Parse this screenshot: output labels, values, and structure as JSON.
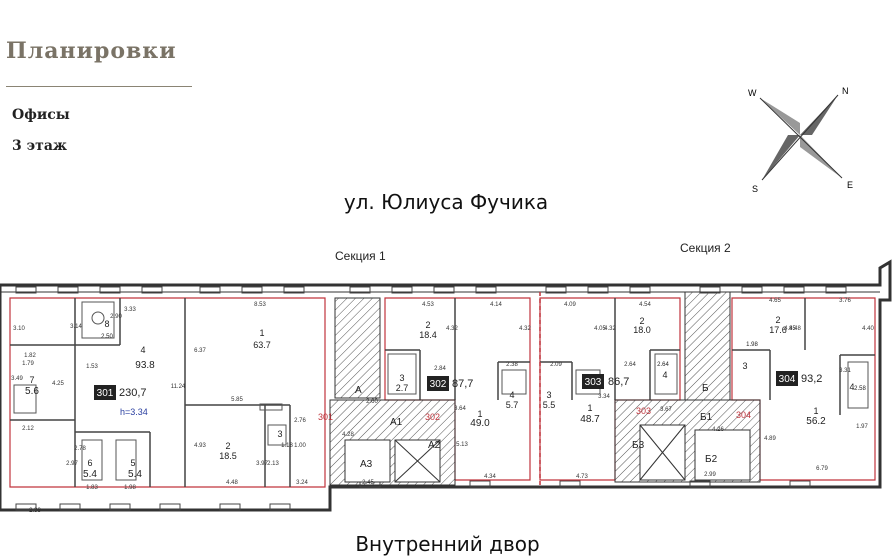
{
  "header": {
    "title": "Планировки",
    "category": "Офисы",
    "floor": "3 этаж"
  },
  "streets": {
    "top": "ул. Юлиуса Фучика",
    "bottom": "Внутренний двор"
  },
  "compass": {
    "labels": [
      "W",
      "N",
      "S",
      "E"
    ]
  },
  "sections": [
    {
      "label": "Секция 1"
    },
    {
      "label": "Секция 2"
    }
  ],
  "offices": [
    {
      "number": "301",
      "area": "230,7"
    },
    {
      "number": "302",
      "area": "87,7"
    },
    {
      "number": "303",
      "area": "86,7"
    },
    {
      "number": "304",
      "area": "93,2"
    }
  ],
  "ceiling_height": "h=3.34",
  "rooms": [
    {
      "num": "1",
      "area": "63.7"
    },
    {
      "num": "2",
      "area": "18.5"
    },
    {
      "num": "3",
      "area": "1.18"
    },
    {
      "num": "4",
      "area": "93.8"
    },
    {
      "num": "8",
      "area": "2.50"
    },
    {
      "num": "7",
      "area": "5.6"
    },
    {
      "num": "6",
      "area": "5.4"
    },
    {
      "num": "5",
      "area": "5.4"
    },
    {
      "num": "2",
      "area": "18.4"
    },
    {
      "num": "3",
      "area": "2.7"
    },
    {
      "num": "4",
      "area": "5.7"
    },
    {
      "num": "1",
      "area": "49.0"
    },
    {
      "num": "2",
      "area": "18.0"
    },
    {
      "num": "3",
      "area": "5.5"
    },
    {
      "num": "4",
      "area": "2.64"
    },
    {
      "num": "1",
      "area": "48.7"
    },
    {
      "num": "2",
      "area": "17.6"
    },
    {
      "num": "3",
      "area": "1.98"
    },
    {
      "num": "4",
      "area": "2.58"
    },
    {
      "num": "1",
      "area": "56.2"
    }
  ],
  "zones": [
    "А",
    "А1",
    "А2",
    "А3",
    "Б",
    "Б1",
    "Б2",
    "Б3"
  ],
  "dimensions": [
    "3.33",
    "8.53",
    "4.53",
    "4.14",
    "4.09",
    "4.54",
    "4.65",
    "3.76",
    "3.14",
    "2.90",
    "1.53",
    "6.37",
    "11.24",
    "1.82",
    "1.79",
    "3.49",
    "4.25",
    "2.12",
    "5.85",
    "2.76",
    "1.00",
    "4.93",
    "2.13",
    "3.97",
    "4.48",
    "3.24",
    "2.97",
    "2.78",
    "1.83",
    "1.98",
    "2.33",
    "2.60",
    "4.28",
    "2.45",
    "4.32",
    "2.84",
    "2.38",
    "3.64",
    "5.13",
    "4.34",
    "4.32",
    "4.05",
    "2.09",
    "3.34",
    "3.67",
    "4.26",
    "4.73",
    "2.99",
    "4.85",
    "4.40",
    "3.31",
    "1.97",
    "6.79",
    "4.89",
    "3.10",
    "4.32",
    "2.64",
    "4.48"
  ]
}
